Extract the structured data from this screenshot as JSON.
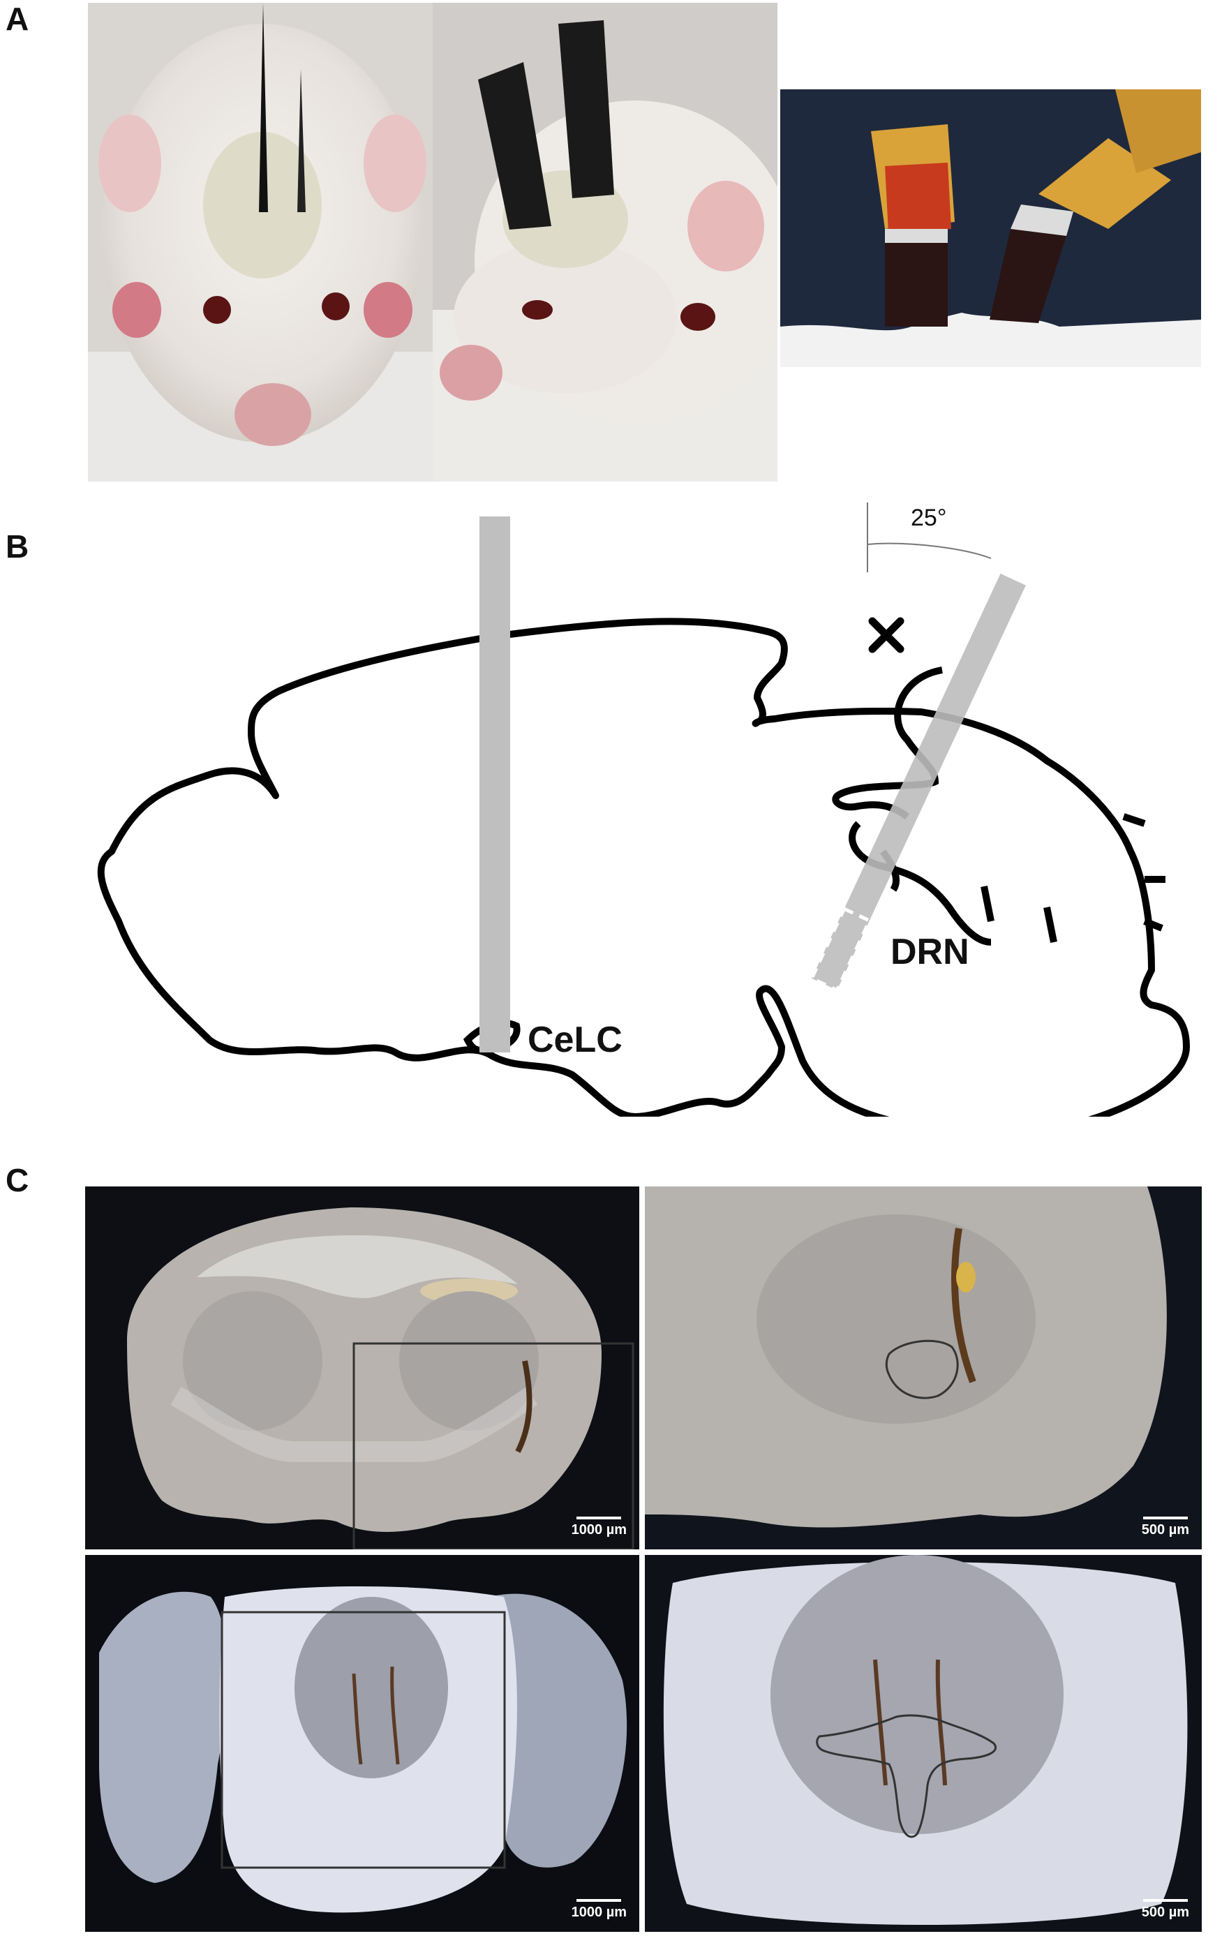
{
  "panels": {
    "a": {
      "letter": "A"
    },
    "b": {
      "letter": "B",
      "region_celc": "CeLC",
      "region_drn": "DRN",
      "angle": "25°"
    },
    "c": {
      "letter": "C",
      "scale_top_left": "1000 µm",
      "scale_top_right": "500 µm",
      "scale_bottom_left": "1000 µm",
      "scale_bottom_right": "500 µm"
    }
  }
}
